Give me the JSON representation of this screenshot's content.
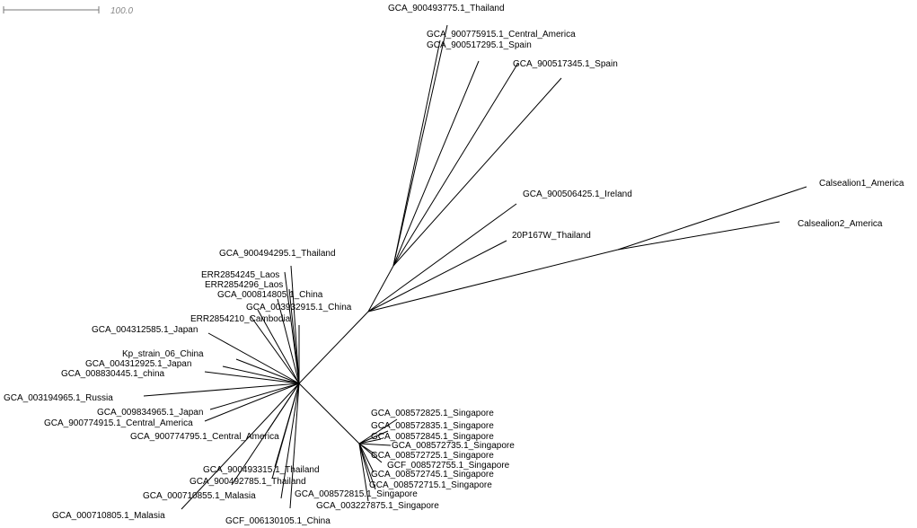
{
  "scale_bar": {
    "label": "100.0"
  },
  "leaves": {
    "t01": "GCA_900493775.1_Thailand",
    "t02": "GCA_900775915.1_Central_America",
    "t03": "GCA_900517295.1_Spain",
    "t04": "GCA_900517345.1_Spain",
    "t05": "GCA_900506425.1_Ireland",
    "t06": "20P167W_Thailand",
    "t07": "Calsealion1_America",
    "t08": "Calsealion2_America",
    "t09": "GCA_900494295.1_Thailand",
    "t10": "ERR2854245_Laos",
    "t11": "ERR2854296_Laos",
    "t12": "GCA_000814805.1_China",
    "t13": "GCA_003932915.1_China",
    "t14": "ERR2854210_Cambodia",
    "t15": "GCA_004312585.1_Japan",
    "t16": "Kp_strain_06_China",
    "t17": "GCA_004312925.1_Japan",
    "t18": "GCA_008830445.1_china",
    "t19": "GCA_003194965.1_Russia",
    "t20": "GCA_009834965.1_Japan",
    "t21": "GCA_900774915.1_Central_America",
    "t22": "GCA_900774795.1_Central_America",
    "t23": "GCA_900493315.1_Thailand",
    "t24": "GCA_900492785.1_Thailand",
    "t25": "GCA_000710855.1_Malasia",
    "t26": "GCA_000710805.1_Malasia",
    "t27": "GCF_006130105.1_China",
    "t28": "GCA_008572825.1_Singapore",
    "t29": "GCA_008572835.1_Singapore",
    "t30": "GCA_008572845.1_Singapore",
    "t31": "GCA_008572735.1_Singapore",
    "t32": "GCA_008572725.1_Singapore",
    "t33": "GCF_008572755.1_Singapore",
    "t34": "GCA_008572745.1_Singapore",
    "t35": "GCA_008572715.1_Singapore",
    "t36": "GCA_008572815.1_Singapore",
    "t37": "GCA_003227875.1_Singapore"
  }
}
